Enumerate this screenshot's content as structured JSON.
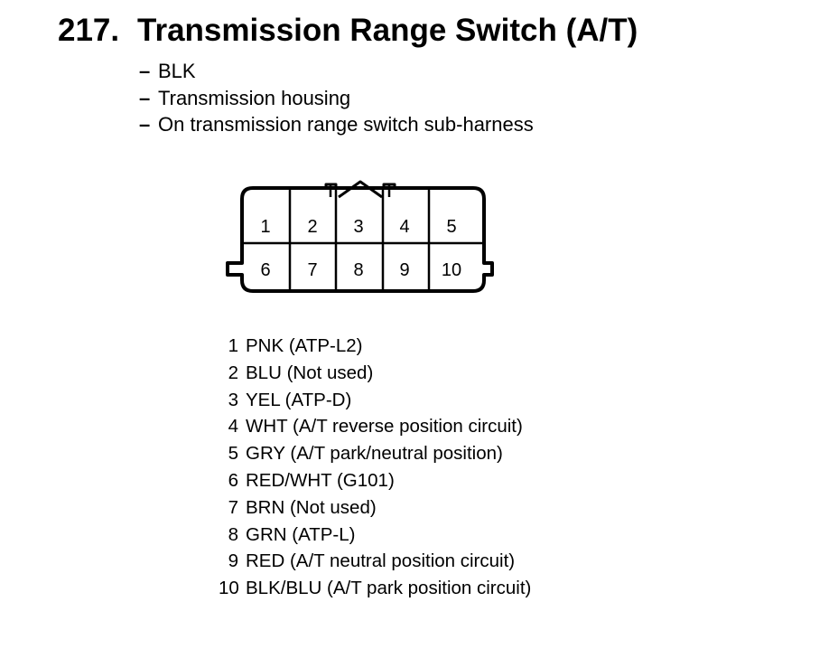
{
  "header": {
    "number": "217.",
    "title": "Transmission Range Switch (A/T)"
  },
  "info_lines": [
    "BLK",
    "Transmission housing",
    "On transmission range switch sub-harness"
  ],
  "connector": {
    "top_row": [
      "1",
      "2",
      "3",
      "4",
      "5"
    ],
    "bottom_row": [
      "6",
      "7",
      "8",
      "9",
      "10"
    ]
  },
  "pins": [
    {
      "num": "1",
      "desc": "PNK (ATP-L2)"
    },
    {
      "num": "2",
      "desc": "BLU (Not used)"
    },
    {
      "num": "3",
      "desc": "YEL (ATP-D)"
    },
    {
      "num": "4",
      "desc": "WHT (A/T reverse position circuit)"
    },
    {
      "num": "5",
      "desc": "GRY (A/T park/neutral position)"
    },
    {
      "num": "6",
      "desc": "RED/WHT (G101)"
    },
    {
      "num": "7",
      "desc": "BRN (Not used)"
    },
    {
      "num": "8",
      "desc": "GRN (ATP-L)"
    },
    {
      "num": "9",
      "desc": "RED (A/T neutral position circuit)"
    },
    {
      "num": "10",
      "desc": "BLK/BLU (A/T park position circuit)"
    }
  ]
}
